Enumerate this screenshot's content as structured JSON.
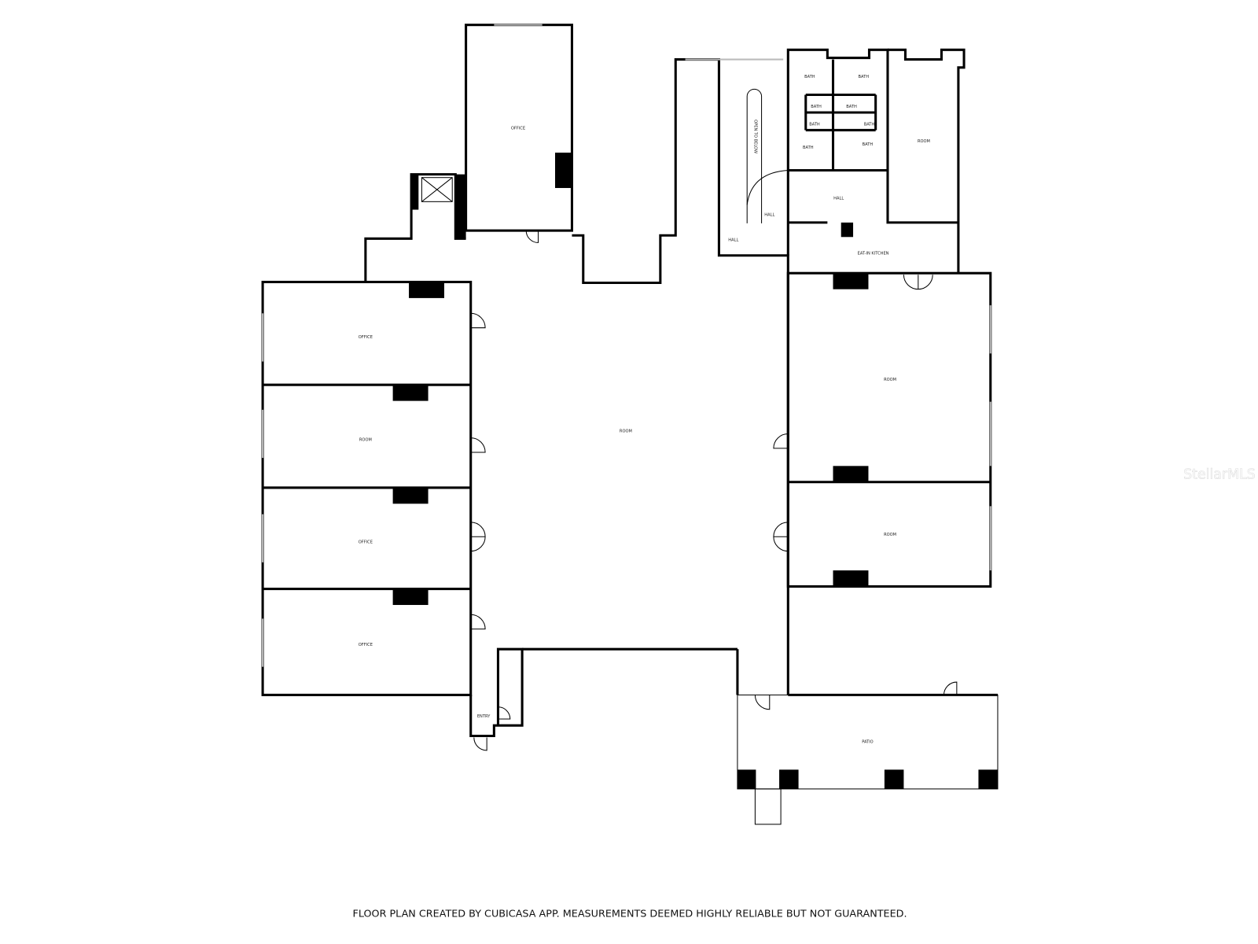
{
  "rooms": {
    "office_top": "OFFICE",
    "office_left_1": "OFFICE",
    "room_left_2": "ROOM",
    "office_left_3": "OFFICE",
    "office_left_4": "OFFICE",
    "room_center": "ROOM",
    "room_right_1": "ROOM",
    "room_right_2": "ROOM",
    "room_top_right": "ROOM",
    "bath_1": "BATH",
    "bath_2": "BATH",
    "bath_3": "BATH",
    "bath_4": "BATH",
    "bath_5": "BATH",
    "bath_6": "BATH",
    "bath_7": "BATH",
    "bath_8": "BATH",
    "open_to_below": "OPEN TO BELOW",
    "hall_1": "HALL",
    "hall_2": "HALL",
    "hall_3": "HALL",
    "kitchen": "EAT-IN KITCHEN",
    "entry": "ENTRY",
    "patio": "PATIO"
  },
  "footer": "FLOOR PLAN CREATED BY CUBICASA APP. MEASUREMENTS DEEMED HIGHLY RELIABLE BUT NOT GUARANTEED.",
  "watermark": "StellarMLS"
}
